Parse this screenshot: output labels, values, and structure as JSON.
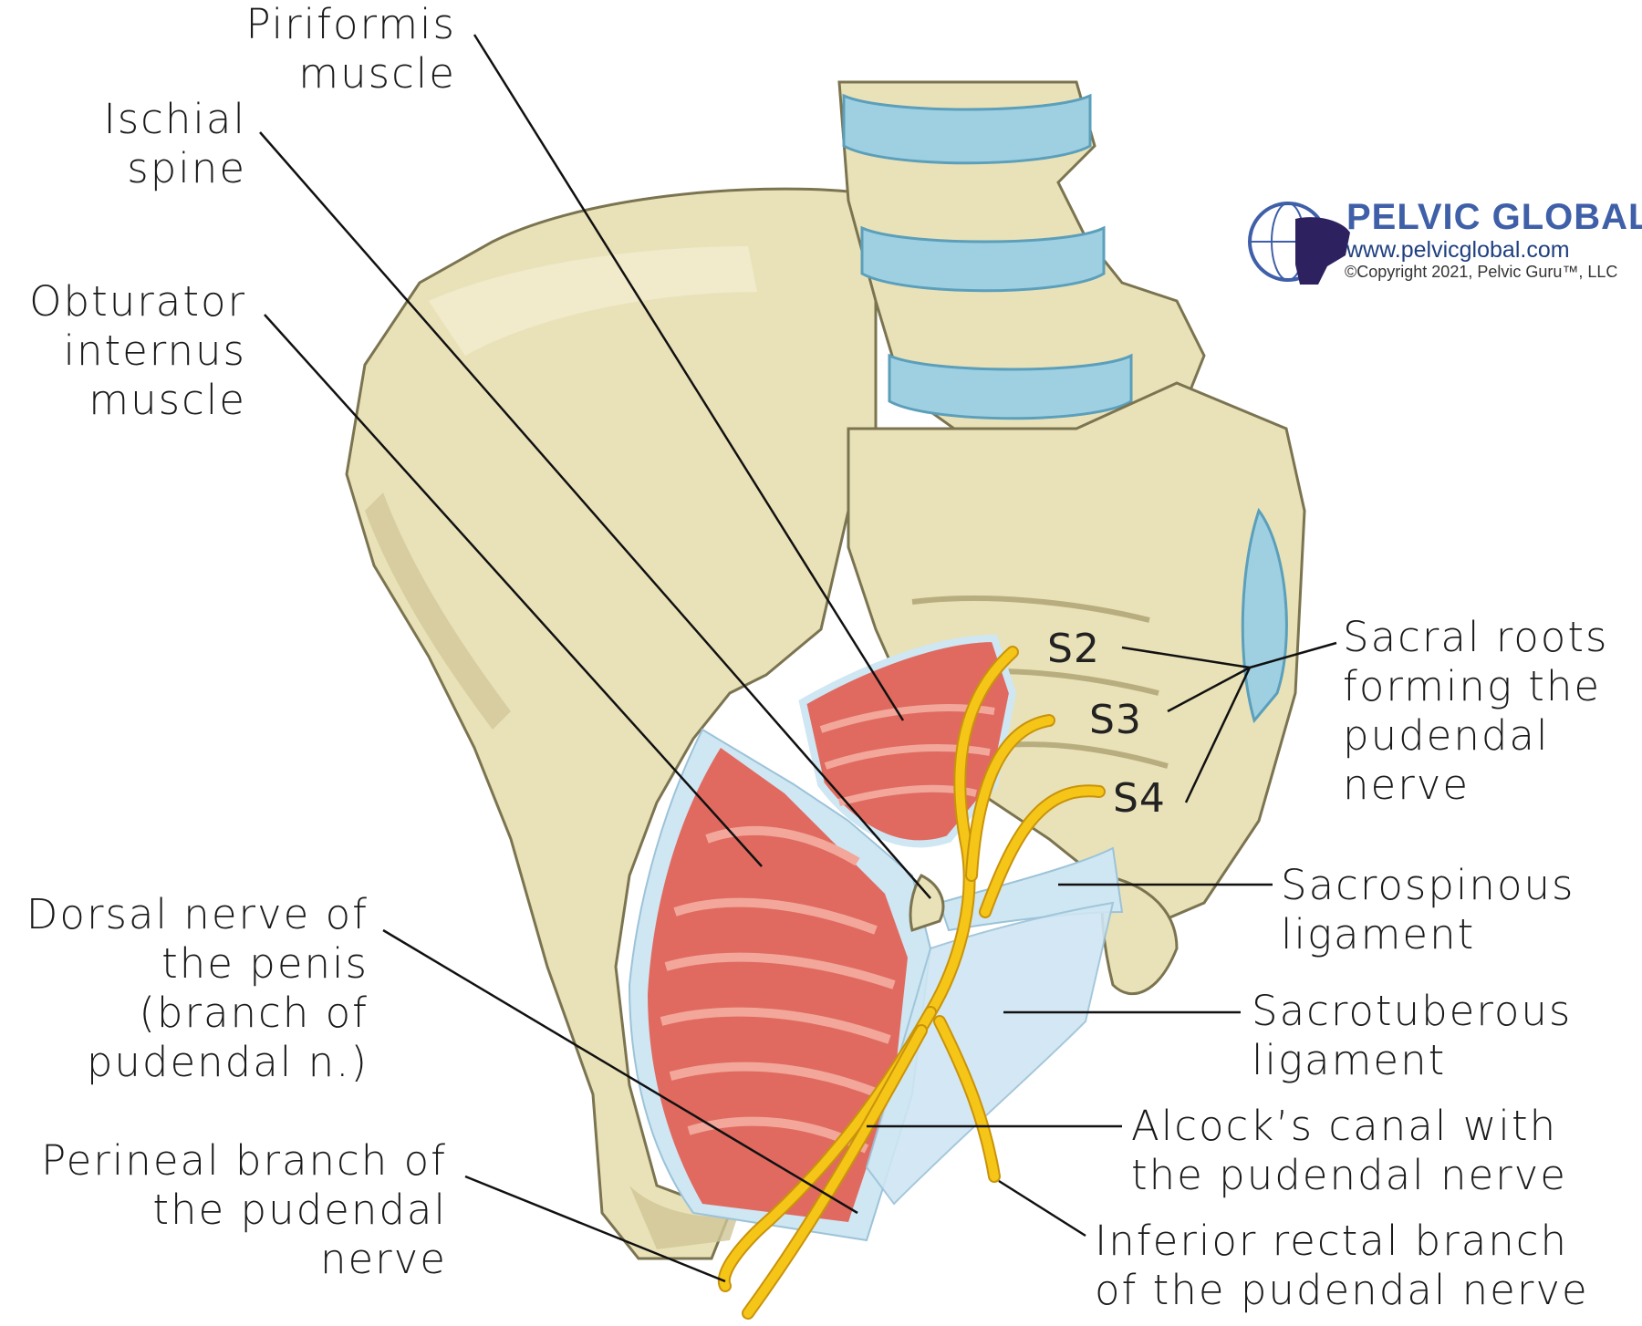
{
  "labels": {
    "piriformis": [
      "Piriformis",
      "muscle"
    ],
    "ischial_spine": [
      "Ischial",
      "spine"
    ],
    "obturator": [
      "Obturator",
      "internus",
      "muscle"
    ],
    "dorsal_nerve": [
      "Dorsal nerve of",
      "the penis",
      "(branch of",
      "pudendal n.)"
    ],
    "perineal": [
      "Perineal branch of",
      "the pudendal",
      "nerve"
    ],
    "sacral_roots": [
      "Sacral roots",
      "forming the",
      "pudendal",
      "nerve"
    ],
    "sacrospinous": [
      "Sacrospinous",
      "ligament"
    ],
    "sacrotuberous": [
      "Sacrotuberous",
      "ligament"
    ],
    "alcock": [
      "Alcock’s canal with",
      "the pudendal nerve"
    ],
    "inferior_rectal": [
      "Inferior rectal branch",
      "of the pudendal nerve"
    ]
  },
  "sacral": {
    "s2": "S2",
    "s3": "S3",
    "s4": "S4"
  },
  "logo": {
    "brand": "PELVIC GLOBAL",
    "url": "www.pelvicglobal.com",
    "copyright": "©Copyright 2021, Pelvic Guru™, LLC"
  },
  "colors": {
    "bone": "#e9e2b9",
    "bone_shadow": "#cfc596",
    "bone_outline": "#7b7450",
    "disc": "#9fd0e2",
    "disc_dark": "#5b9fbb",
    "muscle": "#e06a60",
    "muscle_light": "#f2a79a",
    "ligament": "#cfe6f3",
    "nerve": "#f5c518",
    "nerve_dark": "#c9930a"
  }
}
